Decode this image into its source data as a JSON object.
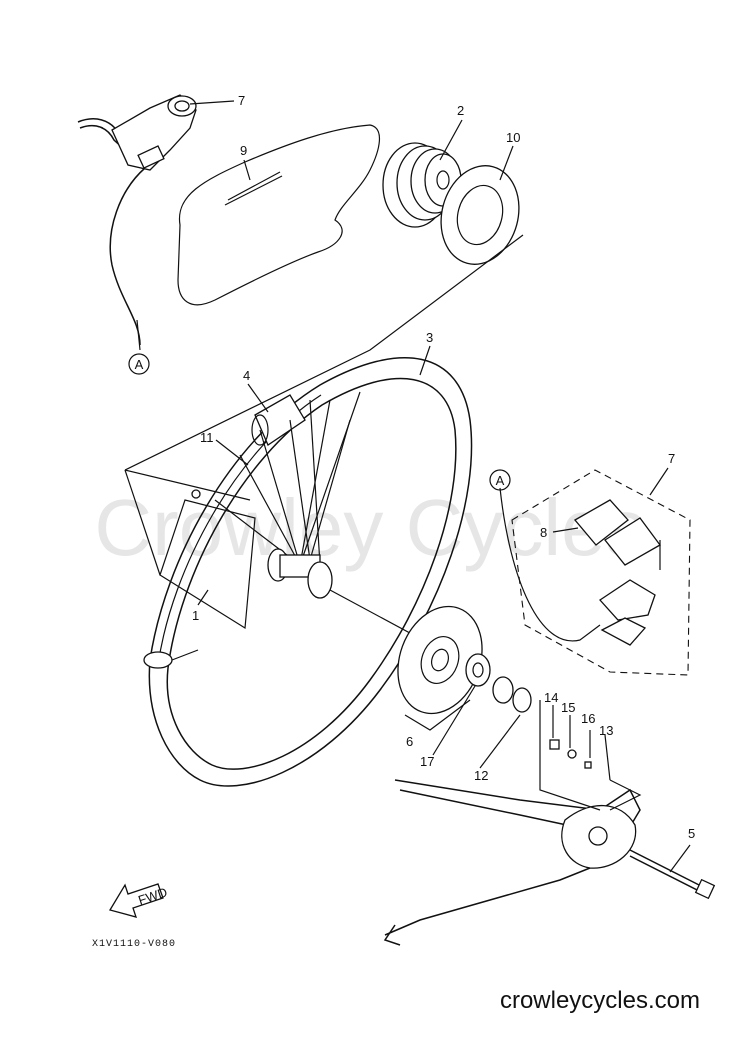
{
  "watermark": "Crowley Cycles",
  "diagram_code": "X1V1110-V080",
  "footer_site": "crowleycycles.com",
  "fwd_label": "FWD",
  "ref_marker": "A",
  "callouts": {
    "brake_lever_assy": "7",
    "sprocket_cluster": "2",
    "sprocket_disc": "10",
    "spoke_set": "9",
    "rim": "3",
    "rim_band": "4",
    "spoke": "11",
    "hub": "1",
    "caliper_assy": "7",
    "brake_pads": "8",
    "brake_disc": "6",
    "oil_seal": "17",
    "bearing": "12",
    "nut": "14",
    "washer": "15",
    "cotter_pin": "16",
    "collar": "13",
    "axle": "5"
  }
}
